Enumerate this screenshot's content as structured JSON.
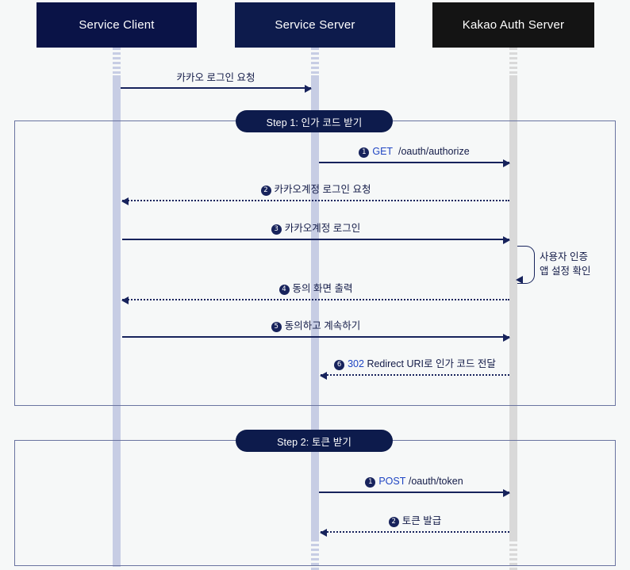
{
  "diagram": {
    "title": "Kakao Login OAuth Sequence Diagram",
    "background_color": "#f6f8f8",
    "colors": {
      "navy": "#0d1b4c",
      "black": "#141414",
      "line_navy": "#17235c",
      "verb_blue": "#1f45c3",
      "frame_border": "#6a74a0",
      "lifeline_blue": "#c7cde4",
      "lifeline_gray": "#d9d9d9"
    }
  },
  "actors": [
    {
      "id": "client",
      "label": "Service Client",
      "box_color": "#0a1347",
      "lifeline_color": "#c7cde4"
    },
    {
      "id": "server",
      "label": "Service Server",
      "box_color": "#0d1b4c",
      "lifeline_color": "#c7cde4"
    },
    {
      "id": "kakao",
      "label": "Kakao Auth Server",
      "box_color": "#141414",
      "lifeline_color": "#d9d9d9"
    }
  ],
  "pre_messages": [
    {
      "id": "m0",
      "label": "카카오 로그인 요청",
      "from": "client",
      "to": "server",
      "style": "solid",
      "direction": "right"
    }
  ],
  "steps": [
    {
      "id": "step1",
      "badge": "Step 1: 인가 코드 받기",
      "messages": [
        {
          "num": "1",
          "verb": "GET",
          "path": "/oauth/authorize",
          "from": "server",
          "to": "kakao",
          "style": "solid",
          "direction": "right"
        },
        {
          "num": "2",
          "verb": "",
          "path": "카카오계정 로그인 요청",
          "from": "kakao",
          "to": "client",
          "style": "dotted",
          "direction": "left"
        },
        {
          "num": "3",
          "verb": "",
          "path": "카카오계정 로그인",
          "from": "client",
          "to": "kakao",
          "style": "solid",
          "direction": "right"
        },
        {
          "num": "4",
          "verb": "",
          "path": "동의 화면 출력",
          "from": "kakao",
          "to": "client",
          "style": "dotted",
          "direction": "left"
        },
        {
          "num": "5",
          "verb": "",
          "path": "동의하고 계속하기",
          "from": "client",
          "to": "kakao",
          "style": "solid",
          "direction": "right"
        },
        {
          "num": "6",
          "verb": "302",
          "path": "Redirect URI로 인가 코드 전달",
          "from": "kakao",
          "to": "server",
          "style": "dotted",
          "direction": "left"
        }
      ],
      "self_message": {
        "actor": "kakao",
        "lines": [
          "사용자 인증",
          "앱 설정 확인"
        ]
      }
    },
    {
      "id": "step2",
      "badge": "Step 2: 토큰 받기",
      "messages": [
        {
          "num": "1",
          "verb": "POST",
          "path": "/oauth/token",
          "from": "server",
          "to": "kakao",
          "style": "solid",
          "direction": "right"
        },
        {
          "num": "2",
          "verb": "",
          "path": "토큰 발급",
          "from": "kakao",
          "to": "server",
          "style": "dotted",
          "direction": "left"
        }
      ]
    }
  ]
}
